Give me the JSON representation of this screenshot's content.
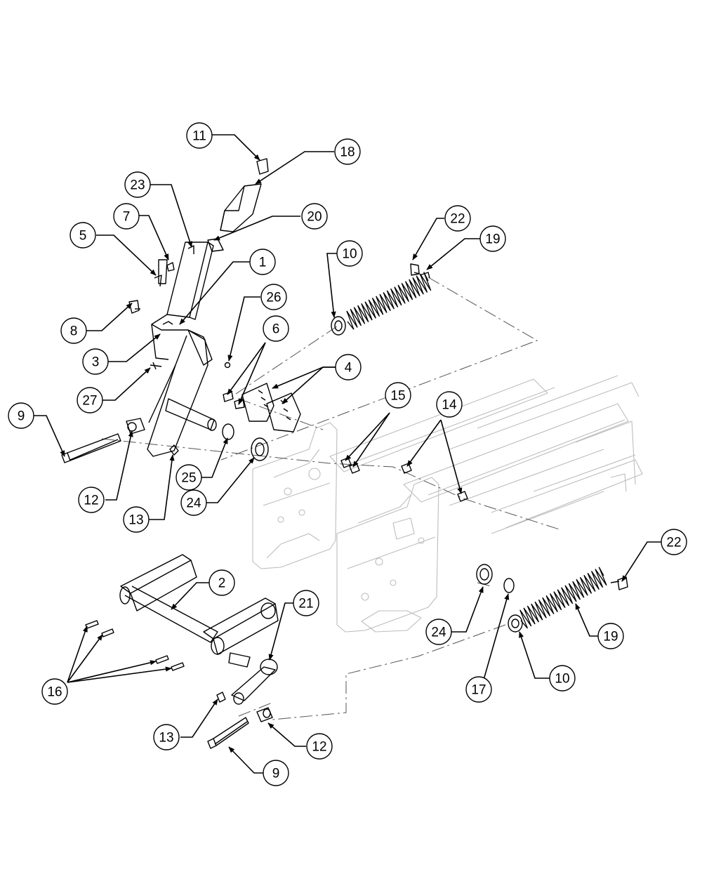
{
  "callouts": [
    {
      "n": "11"
    },
    {
      "n": "18"
    },
    {
      "n": "23"
    },
    {
      "n": "20"
    },
    {
      "n": "7"
    },
    {
      "n": "5"
    },
    {
      "n": "1"
    },
    {
      "n": "22"
    },
    {
      "n": "19"
    },
    {
      "n": "10"
    },
    {
      "n": "8"
    },
    {
      "n": "26"
    },
    {
      "n": "3"
    },
    {
      "n": "6"
    },
    {
      "n": "4"
    },
    {
      "n": "27"
    },
    {
      "n": "15"
    },
    {
      "n": "14"
    },
    {
      "n": "9"
    },
    {
      "n": "25"
    },
    {
      "n": "12"
    },
    {
      "n": "24"
    },
    {
      "n": "13"
    },
    {
      "n": "22"
    },
    {
      "n": "2"
    },
    {
      "n": "21"
    },
    {
      "n": "24"
    },
    {
      "n": "19"
    },
    {
      "n": "16"
    },
    {
      "n": "10"
    },
    {
      "n": "17"
    },
    {
      "n": "13"
    },
    {
      "n": "12"
    },
    {
      "n": "9"
    }
  ]
}
